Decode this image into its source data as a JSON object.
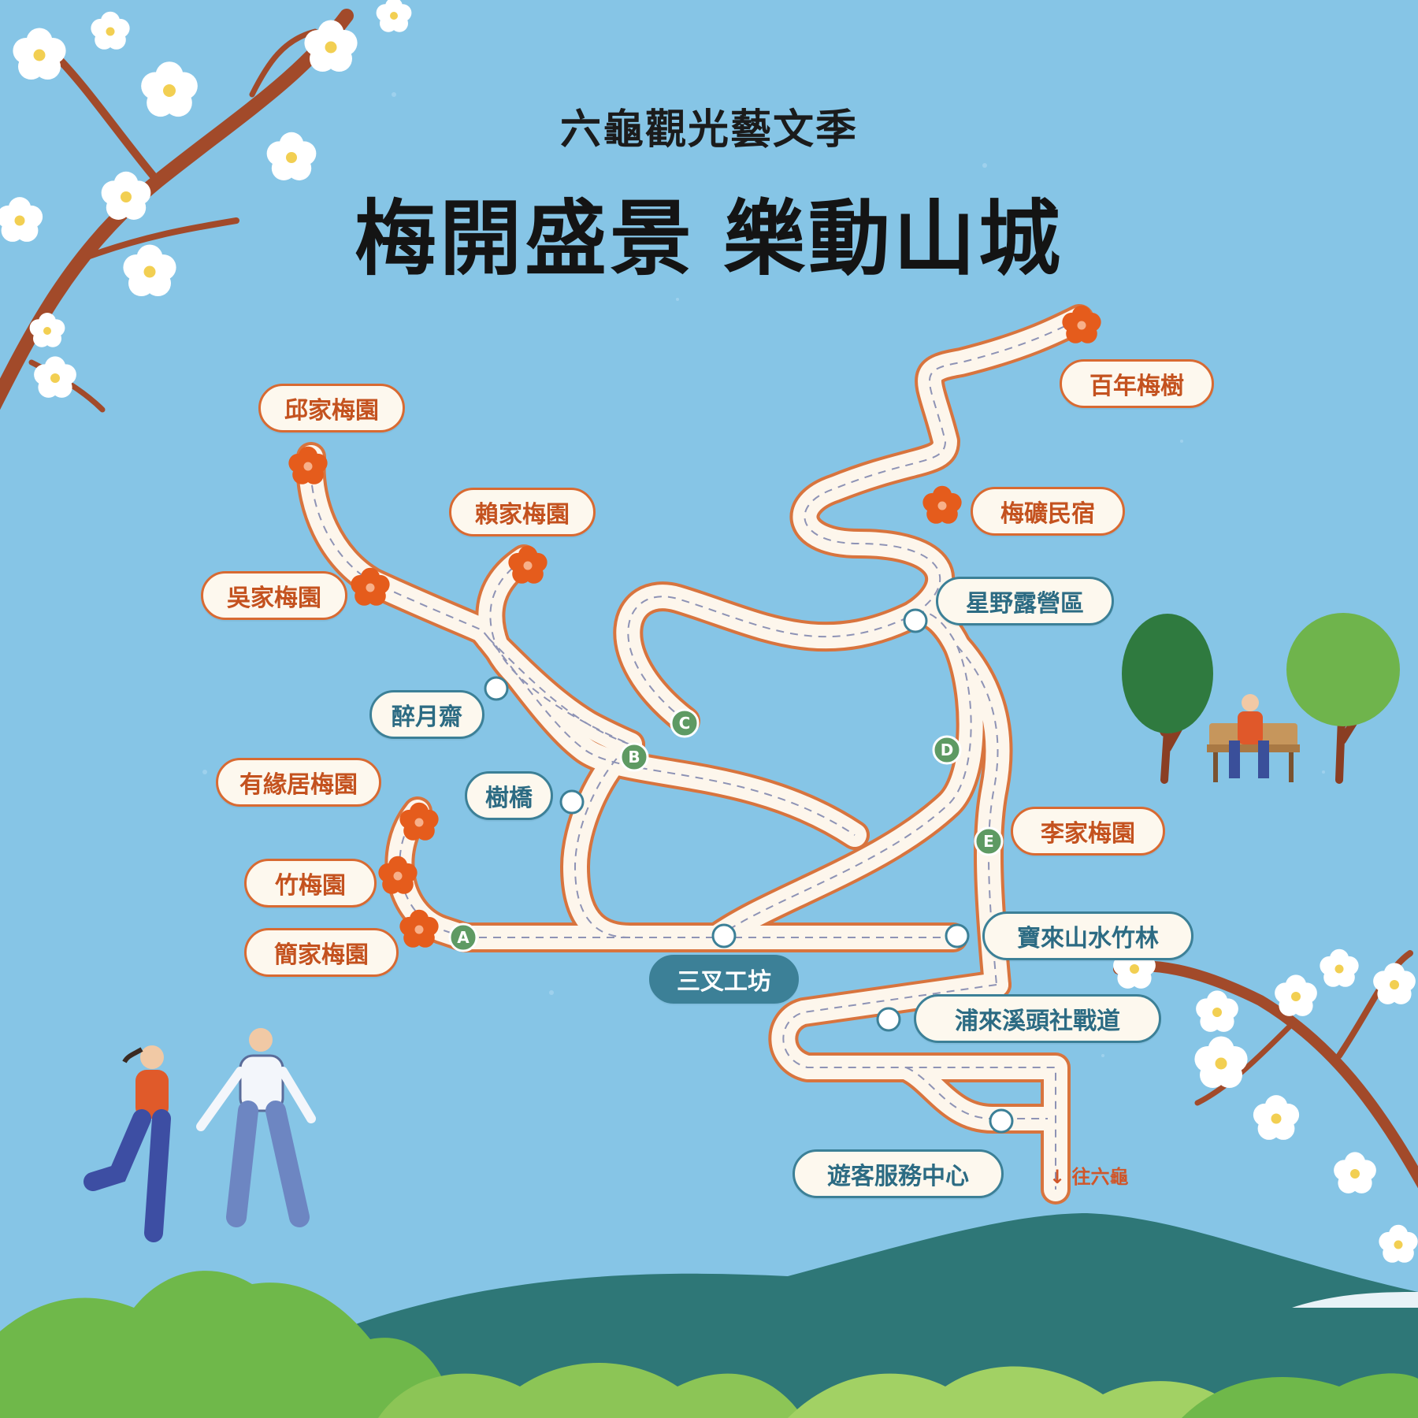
{
  "header": {
    "subtitle": "六龜觀光藝文季",
    "title_part1": "梅開盛景",
    "title_part2": "樂動山城"
  },
  "places": {
    "qiu": "邱家梅園",
    "lai": "賴家梅園",
    "wu": "吳家梅園",
    "zuiyue": "醉月齋",
    "youyuan": "有緣居梅園",
    "shuqiao": "樹橋",
    "zhumei": "竹梅園",
    "jian": "簡家梅園",
    "sancha": "三叉工坊",
    "bainian": "百年梅樹",
    "meikuang": "梅礦民宿",
    "xingye": "星野露營區",
    "li": "李家梅園",
    "baolai": "寶來山水竹林",
    "pulai": "浦來溪頭社戰道",
    "visitor": "遊客服務中心"
  },
  "junctions": {
    "a": "A",
    "b": "B",
    "c": "C",
    "d": "D",
    "e": "E"
  },
  "direction": {
    "label": "往六龜",
    "arrow": "↓"
  },
  "colors": {
    "sky": "#86c5e6",
    "road": "#fdf6ec",
    "road_edge": "#d8743e",
    "marker_green": "#5e9a63",
    "label_orange": "#c4521f",
    "label_blue": "#2c6b83",
    "flower_orange": "#e55c1c"
  },
  "icons": {
    "plum_marker": "plum-flower-icon",
    "stop_marker": "circle-stop-icon",
    "junction_marker": "letter-junction-icon"
  }
}
